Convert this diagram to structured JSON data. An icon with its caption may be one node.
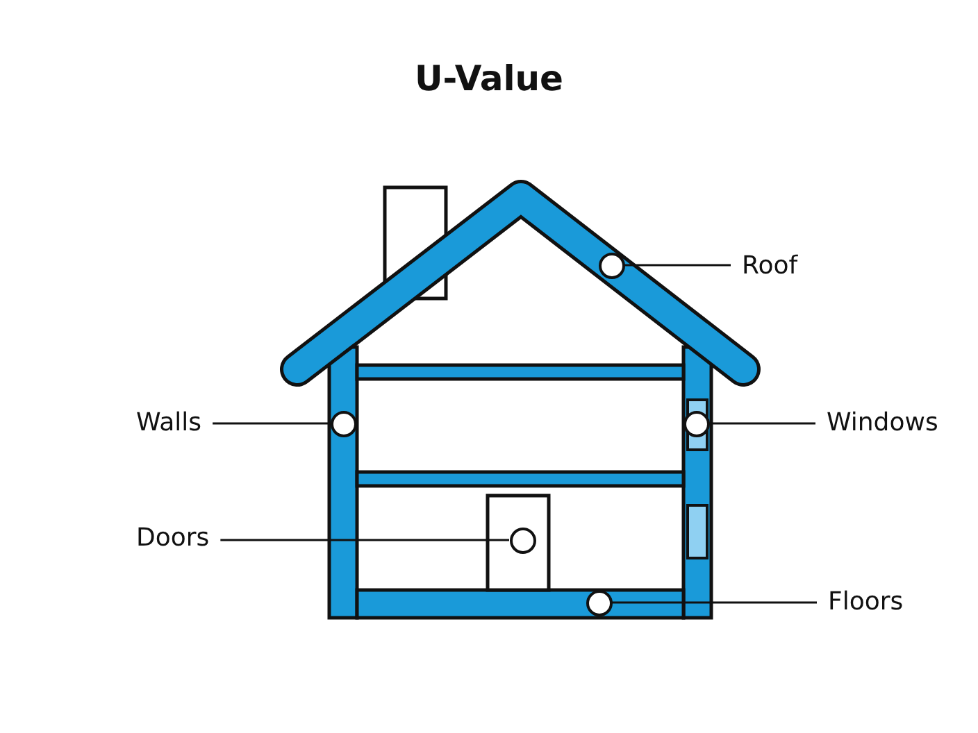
{
  "diagram": {
    "title": "U-Value",
    "nodes": [
      {
        "text": [
          "Roof"
        ]
      },
      {
        "text": [
          "Walls"
        ]
      },
      {
        "text": [
          "Windows"
        ]
      },
      {
        "text": [
          "Doors"
        ]
      },
      {
        "text": [
          "Floors"
        ]
      },
      {
        "text": [],
        "shape": "circle"
      },
      {
        "text": [],
        "shape": "circle"
      },
      {
        "text": [],
        "shape": "circle"
      },
      {
        "text": [],
        "shape": "circle"
      },
      {
        "text": [],
        "shape": "circle"
      }
    ],
    "edges": [
      {
        "from": 0,
        "to": 5,
        "arrow": "none"
      },
      {
        "from": 1,
        "to": 6,
        "arrow": "none"
      },
      {
        "from": 2,
        "to": 7,
        "arrow": "none"
      },
      {
        "from": 3,
        "to": 8,
        "arrow": "none"
      },
      {
        "from": 4,
        "to": 9,
        "arrow": "none"
      }
    ]
  }
}
